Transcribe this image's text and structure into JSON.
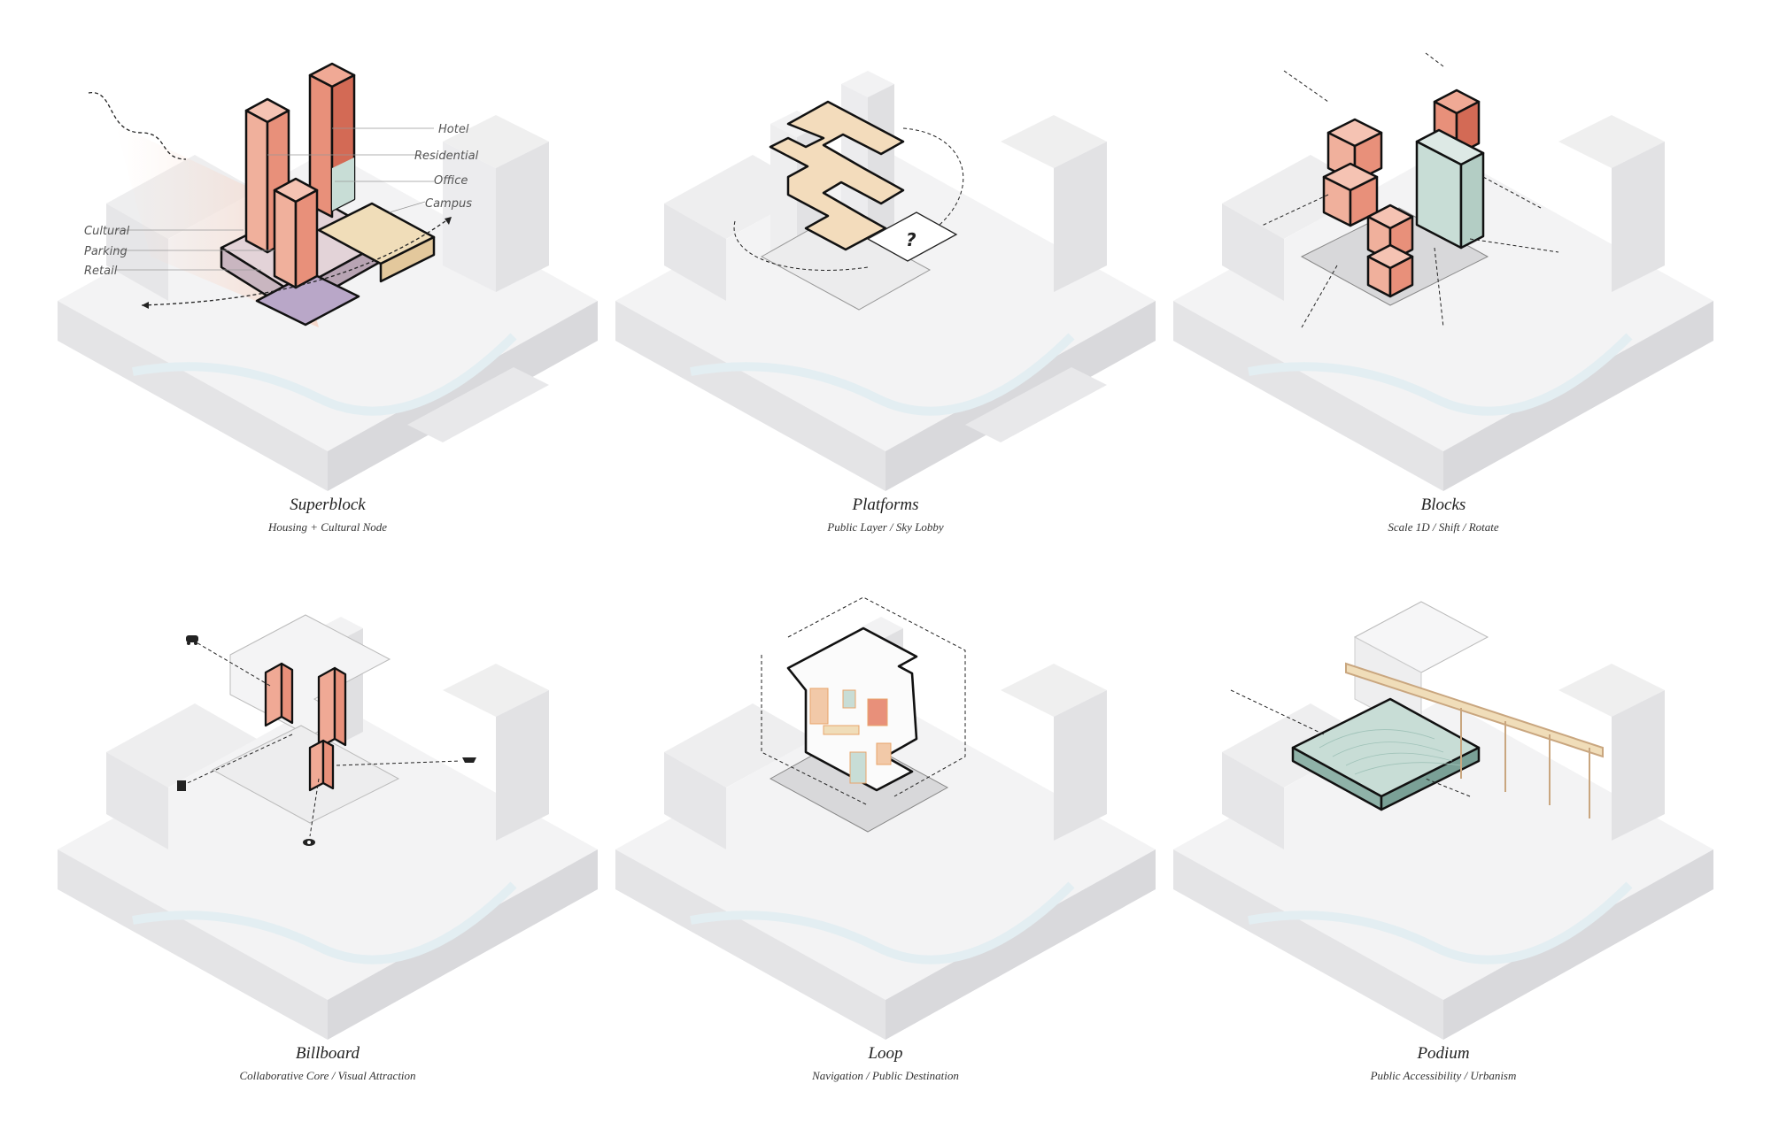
{
  "panels": [
    {
      "title": "Superblock",
      "subtitle": "Housing + Cultural Node",
      "labels": {
        "hotel": "Hotel",
        "residential": "Residential",
        "office": "Office",
        "campus": "Campus",
        "cultural": "Cultural",
        "parking": "Parking",
        "retail": "Retail"
      }
    },
    {
      "title": "Platforms",
      "subtitle": "Public Layer / Sky Lobby",
      "question": "?"
    },
    {
      "title": "Blocks",
      "subtitle": "Scale 1D / Shift / Rotate"
    },
    {
      "title": "Billboard",
      "subtitle": "Collaborative Core / Visual Attraction"
    },
    {
      "title": "Loop",
      "subtitle": "Navigation / Public Destination"
    },
    {
      "title": "Podium",
      "subtitle": "Public Accessibility / Urbanism"
    }
  ],
  "colors": {
    "coral": "#e8907a",
    "coral_dark": "#d36a55",
    "peach": "#f2c9a8",
    "sand": "#f0ddb9",
    "lavender": "#b9a7c8",
    "mint": "#c8ddd6",
    "grey": "#e9e9ea",
    "ink": "#111111"
  }
}
